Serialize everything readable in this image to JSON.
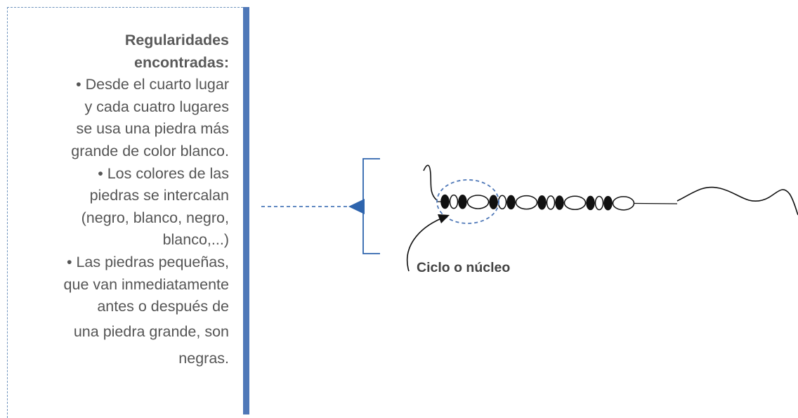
{
  "note": {
    "title_lines": [
      "Regularidades",
      "encontradas:"
    ],
    "body_lines": [
      "• Desde el cuarto lugar",
      "y cada cuatro lugares",
      "se usa una piedra más",
      "grande de color blanco.",
      "• Los colores de las",
      "piedras se intercalan",
      "(negro, blanco, negro,",
      "blanco,...)",
      "• Las piedras pequeñas,",
      "que van inmediatamente",
      "antes o después de",
      "una piedra grande, son",
      "negras."
    ]
  },
  "diagram": {
    "caption": "Ciclo o núcleo",
    "bead_pattern": [
      "black-small",
      "white-small",
      "black-small",
      "white-large"
    ],
    "bead_repeats": 4,
    "colors": {
      "accent": "#4f78b8",
      "dashed_border": "#6f93bd",
      "bracket": "#2e64ad",
      "pointer_line": "#2e64ad",
      "highlight_circle": "#4f78b8",
      "bead_outline": "#111111",
      "text": "#555555"
    }
  }
}
